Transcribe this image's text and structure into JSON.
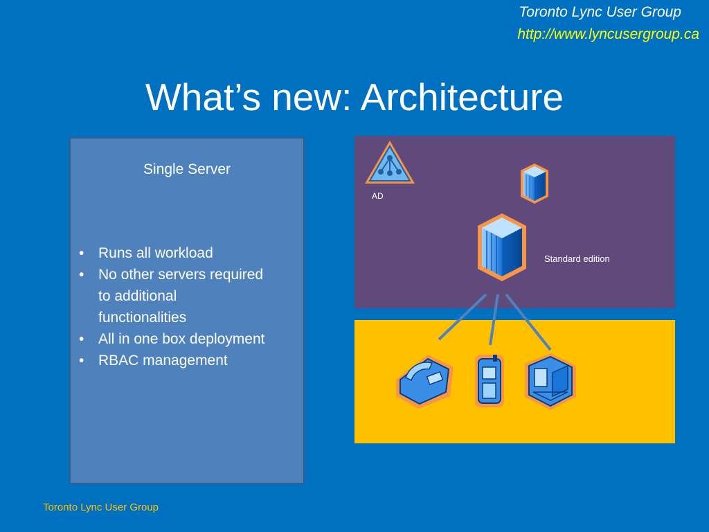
{
  "header": {
    "organization": "Toronto Lync User Group",
    "url": "http://www.lyncusergroup.ca"
  },
  "slide": {
    "title": "What’s new: Architecture"
  },
  "left_panel": {
    "title": "Single Server",
    "bullets": [
      {
        "marker": "•",
        "lines": [
          "Runs all workload"
        ]
      },
      {
        "marker": "•",
        "lines": [
          "No other servers required",
          "to additional",
          "functionalities"
        ]
      },
      {
        "marker": "•",
        "lines": [
          "All in one box deployment"
        ]
      },
      {
        "marker": "•",
        "lines": [
          "RBAC management"
        ]
      }
    ]
  },
  "diagram": {
    "ad_label": "AD",
    "standard_edition_label": "Standard edition",
    "icons": [
      "active-directory-icon",
      "small-server-icon",
      "standard-edition-server-icon",
      "desk-phone-icon",
      "mobile-phone-icon",
      "desktop-computer-icon"
    ]
  },
  "footer": {
    "text": "Toronto Lync User Group"
  },
  "colors": {
    "background": "#0070c0",
    "panel": "#4f81bd",
    "server_zone": "#604a7b",
    "client_zone": "#ffc000",
    "accent_yellow": "#ffff00",
    "icon_outline": "#f79646"
  }
}
